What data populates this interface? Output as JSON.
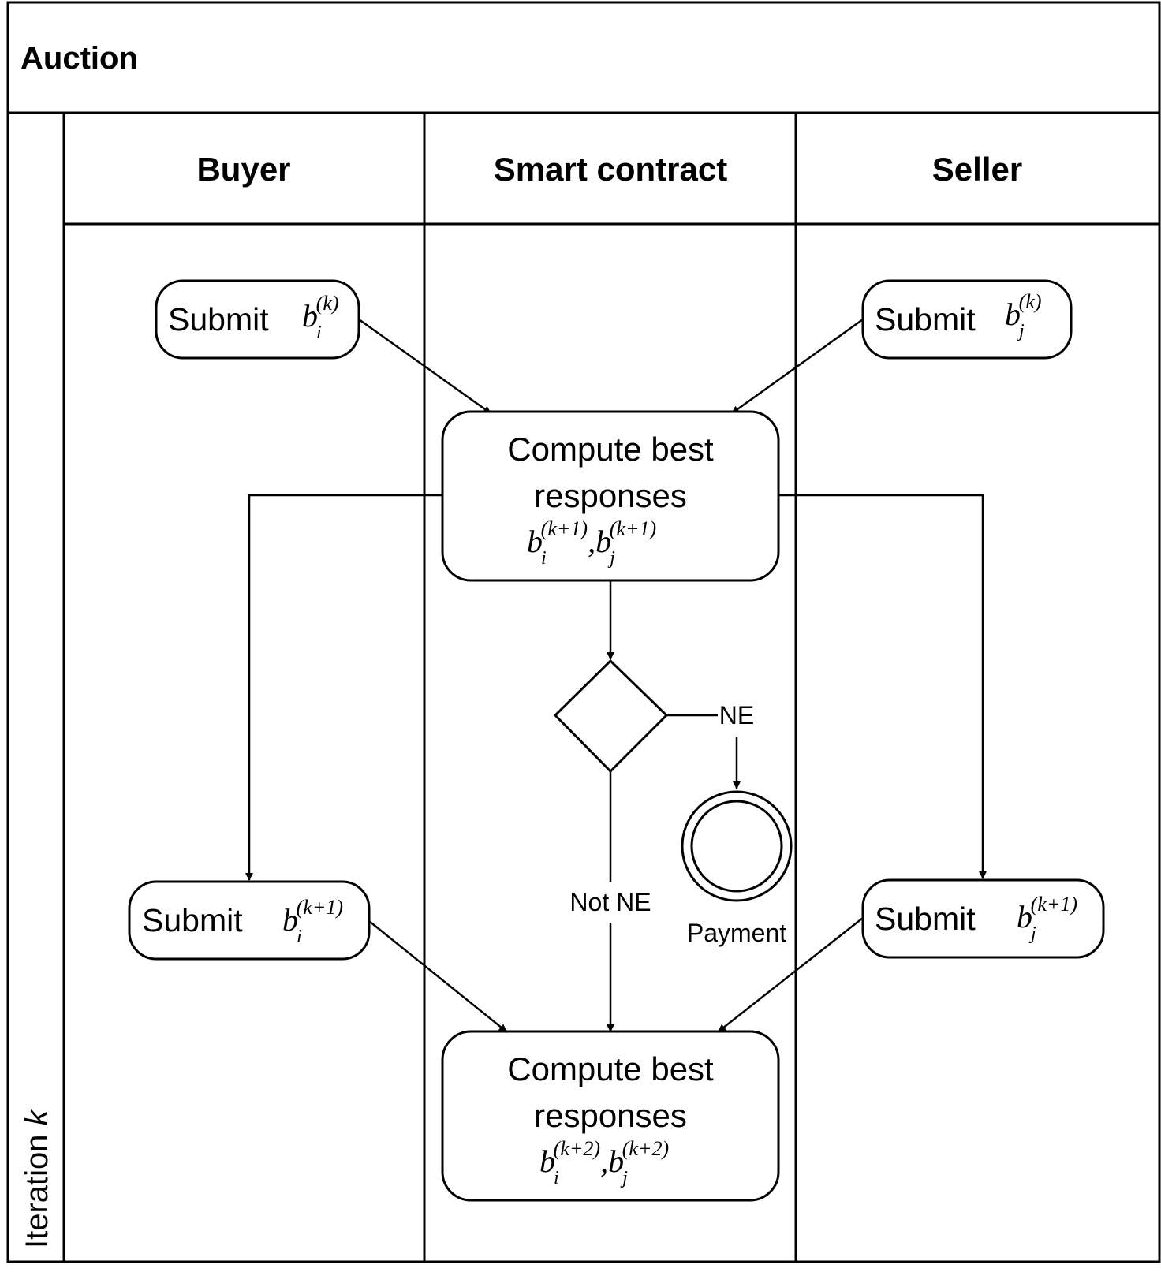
{
  "pool": {
    "title": "Auction",
    "lane_label": "Iteration ",
    "lane_label_var": "k"
  },
  "lanes": [
    "Buyer",
    "Smart contract",
    "Seller"
  ],
  "nodes": {
    "buyer_submit_1": {
      "text": "Submit",
      "base": "b",
      "sub": "i",
      "sup": "(k)"
    },
    "seller_submit_1": {
      "text": "Submit",
      "base": "b",
      "sub": "j",
      "sup": "(k)"
    },
    "compute_1": {
      "line1": "Compute best",
      "line2": "responses",
      "a_base": "b",
      "a_sub": "i",
      "a_sup": "(k+1)",
      "sep": ",",
      "b_base": "b",
      "b_sub": "j",
      "b_sup": "(k+1)"
    },
    "buyer_submit_2": {
      "text": "Submit",
      "base": "b",
      "sub": "i",
      "sup": "(k+1)"
    },
    "seller_submit_2": {
      "text": "Submit",
      "base": "b",
      "sub": "j",
      "sup": "(k+1)"
    },
    "compute_2": {
      "line1": "Compute best",
      "line2": "responses",
      "a_base": "b",
      "a_sub": "i",
      "a_sup": "(k+2)",
      "sep": ",",
      "b_base": "b",
      "b_sub": "j",
      "b_sup": "(k+2)"
    },
    "end_event": {
      "label": "Payment"
    }
  },
  "edges": {
    "ne_label": "NE",
    "not_ne_label": "Not NE"
  }
}
